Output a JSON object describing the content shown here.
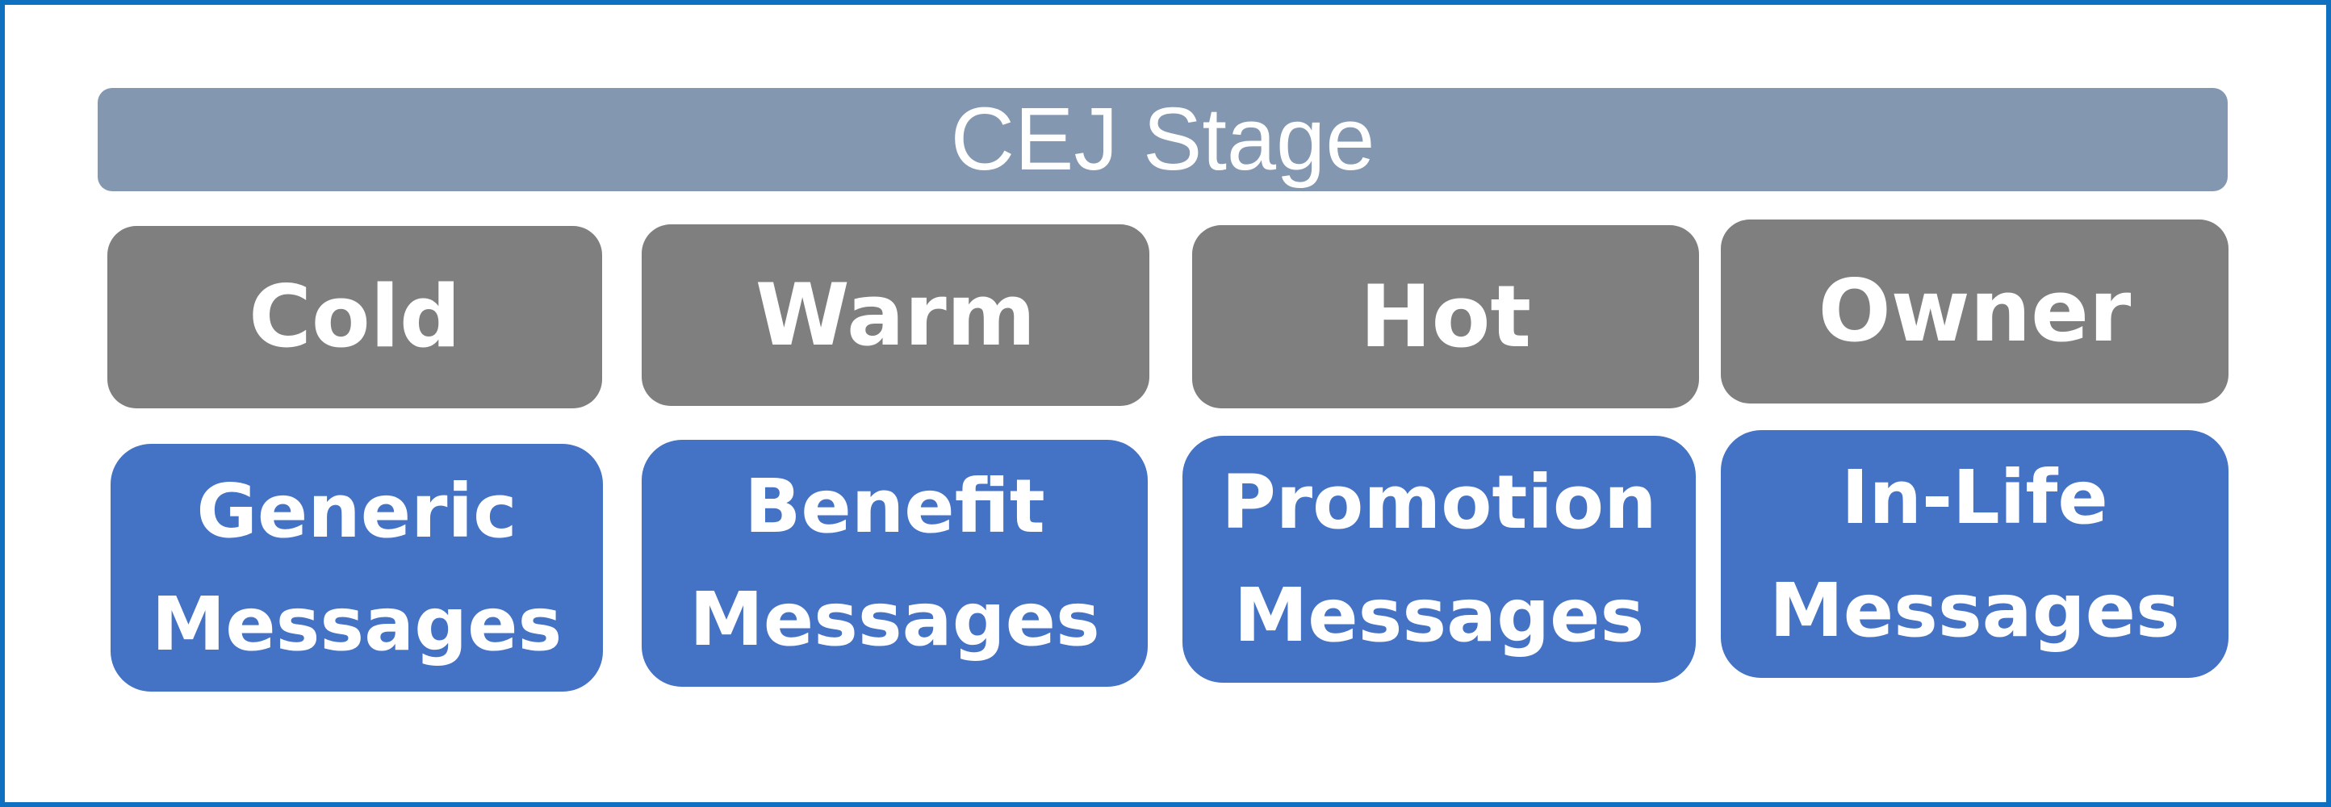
{
  "header": {
    "title": "CEJ Stage"
  },
  "stages": [
    {
      "label": "Cold",
      "message_line1": "Generic",
      "message_line2": "Messages"
    },
    {
      "label": "Warm",
      "message_line1": "Benefit",
      "message_line2": "Messages"
    },
    {
      "label": "Hot",
      "message_line1": "Promotion",
      "message_line2": "Messages"
    },
    {
      "label": "Owner",
      "message_line1": "In-Life",
      "message_line2": "Messages"
    }
  ],
  "colors": {
    "border": "#0f70c0",
    "header": "#8497b0",
    "stage": "#7f7f7f",
    "message": "#4472c4",
    "text": "#ffffff"
  }
}
